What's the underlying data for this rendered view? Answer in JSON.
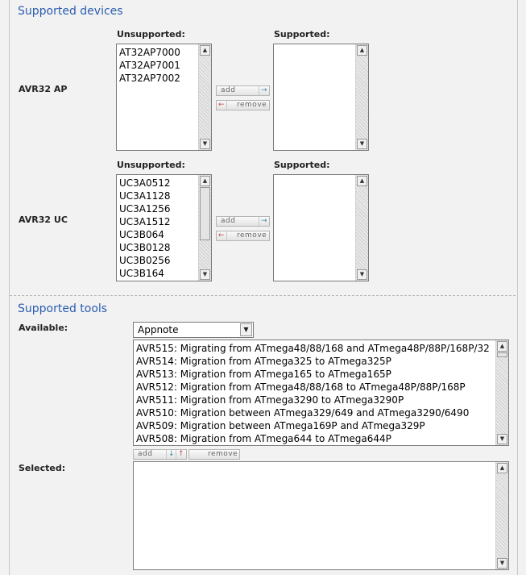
{
  "devices": {
    "title": "Supported devices",
    "groups": [
      {
        "label": "AVR32 AP",
        "unsupported_label": "Unsupported:",
        "supported_label": "Supported:",
        "unsupported": [
          "AT32AP7000",
          "AT32AP7001",
          "AT32AP7002"
        ],
        "supported": [],
        "add_label": "add",
        "remove_label": "remove"
      },
      {
        "label": "AVR32 UC",
        "unsupported_label": "Unsupported:",
        "supported_label": "Supported:",
        "unsupported": [
          "UC3A0512",
          "UC3A1128",
          "UC3A1256",
          "UC3A1512",
          "UC3B064",
          "UC3B0128",
          "UC3B0256",
          "UC3B164"
        ],
        "supported": [],
        "add_label": "add",
        "remove_label": "remove"
      }
    ]
  },
  "tools": {
    "title": "Supported tools",
    "available_label": "Available:",
    "selected_label": "Selected:",
    "type_select": "Appnote",
    "available": [
      "AVR515: Migrating from ATmega48/88/168 and ATmega48P/88P/168P/32",
      "AVR514: Migration from ATmega325 to ATmega325P",
      "AVR513: Migration from ATmega165 to ATmega165P",
      "AVR512: Migration from ATmega48/88/168 to ATmega48P/88P/168P",
      "AVR511: Migration from ATmega3290 to ATmega3290P",
      "AVR510: Migration between ATmega329/649 and ATmega3290/6490",
      "AVR509: Migration between ATmega169P and ATmega329P",
      "AVR508: Migration from ATmega644 to ATmega644P"
    ],
    "selected": [],
    "add_label": "add",
    "remove_label": "remove"
  },
  "icons": {
    "scroll_up": "scroll-up-arrow-icon",
    "scroll_down": "scroll-down-arrow-icon",
    "arrow_right": "arrow-right-icon",
    "arrow_left": "arrow-left-icon",
    "arrow_down": "arrow-down-icon",
    "arrow_up": "arrow-up-icon",
    "dropdown": "chevron-down-icon"
  }
}
